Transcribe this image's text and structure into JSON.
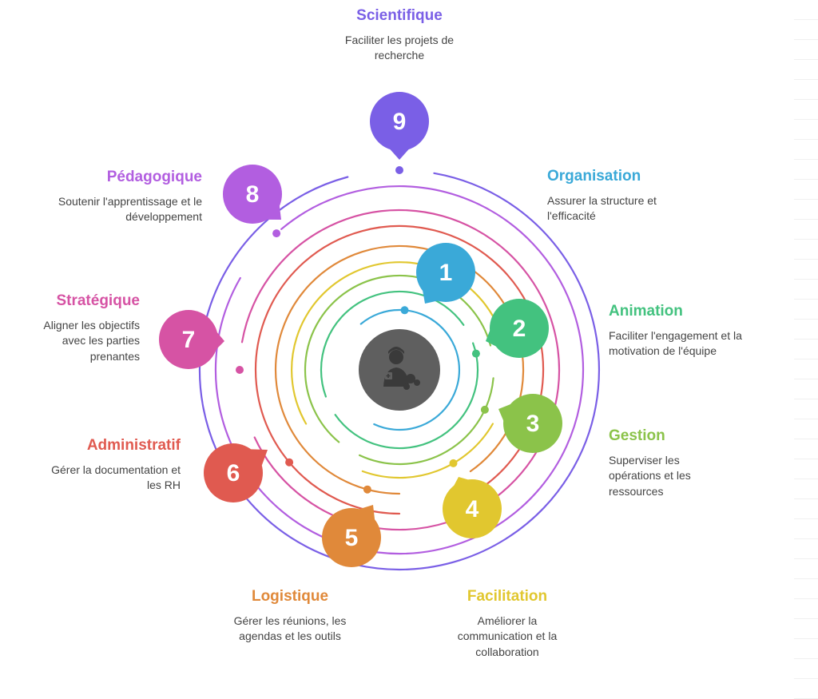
{
  "center_icon": "person-with-tools-icon",
  "colors": {
    "center": "#5f5f5f",
    "ring1": "#3aa9d8",
    "ring2": "#43c27f",
    "ring3": "#8bc34a",
    "ring4": "#e1c72f",
    "ring5": "#e0893a",
    "ring6": "#e05a50",
    "ring7": "#d653a4",
    "ring8": "#b25ee0",
    "ring9": "#7a5fe6"
  },
  "nodes": [
    {
      "num": "1",
      "title": "Organisation",
      "desc": "Assurer la structure et l'efficacité",
      "color": "#3aa9d8"
    },
    {
      "num": "2",
      "title": "Animation",
      "desc": "Faciliter l'engagement et la motivation de l'équipe",
      "color": "#43c27f"
    },
    {
      "num": "3",
      "title": "Gestion",
      "desc": "Superviser les opérations et les ressources",
      "color": "#8bc34a"
    },
    {
      "num": "4",
      "title": "Facilitation",
      "desc": "Améliorer la communication et la collaboration",
      "color": "#e1c72f"
    },
    {
      "num": "5",
      "title": "Logistique",
      "desc": "Gérer les réunions, les agendas et les outils",
      "color": "#e0893a"
    },
    {
      "num": "6",
      "title": "Administratif",
      "desc": "Gérer la documentation et les RH",
      "color": "#e05a50"
    },
    {
      "num": "7",
      "title": "Stratégique",
      "desc": "Aligner les objectifs avec les parties prenantes",
      "color": "#d653a4"
    },
    {
      "num": "8",
      "title": "Pédagogique",
      "desc": "Soutenir l'apprentissage et le développement",
      "color": "#b25ee0"
    },
    {
      "num": "9",
      "title": "Scientifique",
      "desc": "Faciliter les projets de recherche",
      "color": "#7a5fe6"
    }
  ]
}
